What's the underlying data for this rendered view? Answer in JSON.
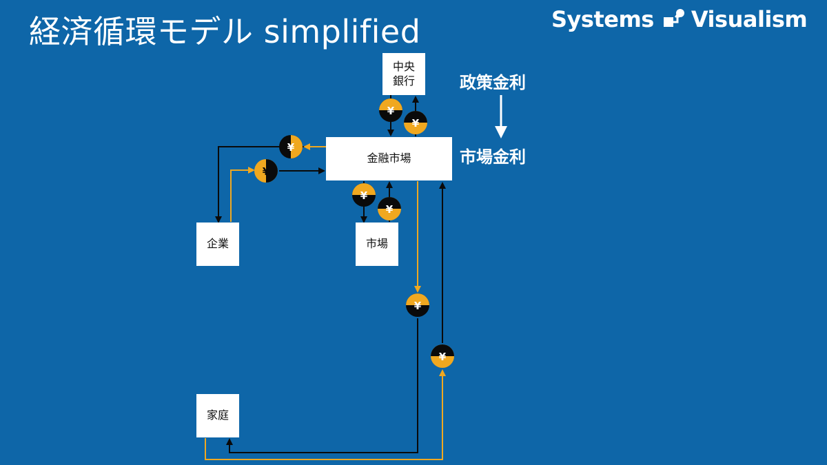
{
  "title": "経済循環モデル simplified",
  "brand": {
    "left": "Systems",
    "right": "Visualism",
    "logo_icon": "systems-visualism-logo"
  },
  "nodes": {
    "central_bank": "中央\n銀行",
    "financial_market": "金融市場",
    "firms": "企業",
    "market": "市場",
    "household": "家庭"
  },
  "rates": {
    "policy_rate": "政策金利",
    "market_rate": "市場金利"
  },
  "money_symbol": "¥",
  "colors": {
    "background": "#0e66a8",
    "gold": "#f0a820",
    "black": "#0a0a0a",
    "node_fill": "#ffffff"
  }
}
